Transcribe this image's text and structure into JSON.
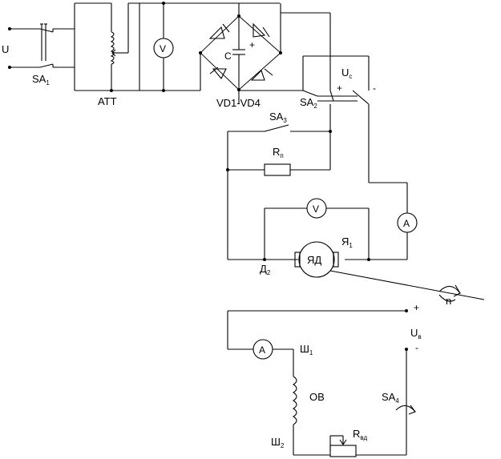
{
  "labels": {
    "u_input": "U",
    "sa1_main": "SA",
    "sa1_sub": "1",
    "att": "АТТ",
    "vd": "VD1-VD4",
    "cap": "C",
    "cap_plus": "+",
    "sa2_main": "SA",
    "sa2_sub": "2",
    "sa3_main": "SA",
    "sa3_sub": "3",
    "uc_main": "U",
    "uc_sub": "c",
    "uc_plus": "+",
    "uc_minus": "-",
    "rp_main": "R",
    "rp_sub": "п",
    "ya1_main": "Я",
    "ya1_sub": "1",
    "d2_main": "Д",
    "d2_sub": "2",
    "motor": "ЯД",
    "speed": "n",
    "ub_plus": "+",
    "ub_main": "U",
    "ub_sub": "в",
    "ub_minus": "-",
    "sh1_main": "Ш",
    "sh1_sub": "1",
    "sh2_main": "Ш",
    "sh2_sub": "2",
    "ov": "ОВ",
    "sa4_main": "SA",
    "sa4_sub": "4",
    "rvd_main": "R",
    "rvd_sub": "вд"
  },
  "meters": {
    "voltmeter": "V",
    "ammeter": "A"
  }
}
